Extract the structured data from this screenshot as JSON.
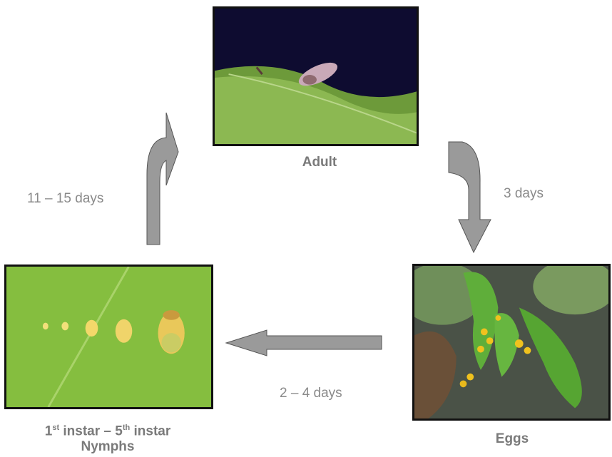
{
  "stages": {
    "adult": {
      "label": "Adult"
    },
    "eggs": {
      "label": "Eggs"
    },
    "nymphs": {
      "line1_a": "1",
      "line1_a_sup": "st",
      "line1_b": " instar – 5",
      "line1_b_sup": "th",
      "line1_c": " instar",
      "line2": "Nymphs"
    }
  },
  "durations": {
    "adult_to_eggs": "3 days",
    "eggs_to_nymphs": "2 – 4 days",
    "nymphs_to_adult": "11 – 15 days"
  },
  "colors": {
    "arrow_fill": "#9a9a9a",
    "arrow_stroke": "#555555",
    "label_text": "#8a8a8a"
  }
}
